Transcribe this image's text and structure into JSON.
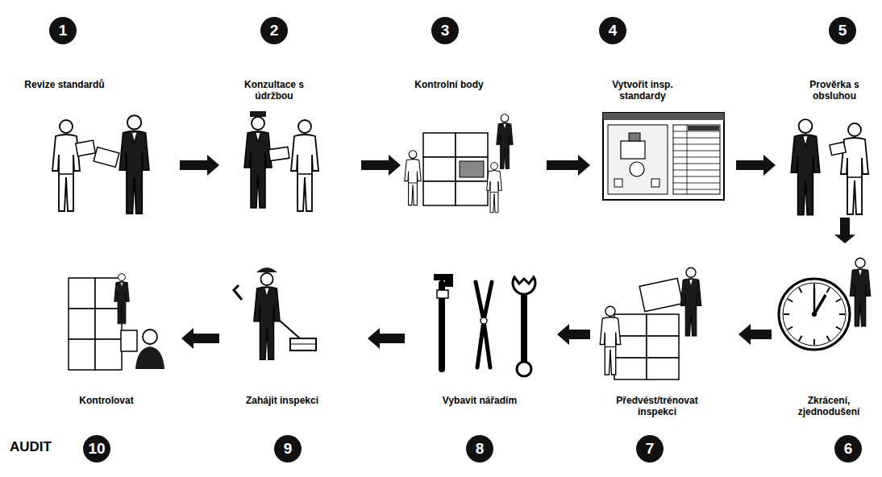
{
  "diagram": {
    "nodes": [
      {
        "text": [
          "1",
          "Revize standardů"
        ]
      },
      {
        "text": [
          "2",
          "Konzultace s údržbou"
        ]
      },
      {
        "text": [
          "3",
          "Kontrolní body"
        ]
      },
      {
        "text": [
          "4",
          "Vytvořit insp. standardy"
        ]
      },
      {
        "text": [
          "5",
          "Prověrka s obsluhou"
        ]
      },
      {
        "text": [
          "6",
          "Zkrácení, zjednodušení"
        ]
      },
      {
        "text": [
          "7",
          "Předvést/trénovat inspekci"
        ]
      },
      {
        "text": [
          "8",
          "Vybavit nářadím"
        ]
      },
      {
        "text": [
          "9",
          "Zahájit inspekci"
        ]
      },
      {
        "text": [
          "10",
          "Kontrolovat"
        ]
      }
    ],
    "edges": [
      {
        "from": 0,
        "to": 1,
        "arrow": "to"
      },
      {
        "from": 1,
        "to": 2,
        "arrow": "to"
      },
      {
        "from": 2,
        "to": 3,
        "arrow": "to"
      },
      {
        "from": 3,
        "to": 4,
        "arrow": "to"
      },
      {
        "from": 4,
        "to": 5,
        "arrow": "to"
      },
      {
        "from": 5,
        "to": 6,
        "arrow": "to"
      },
      {
        "from": 6,
        "to": 7,
        "arrow": "to"
      },
      {
        "from": 7,
        "to": 8,
        "arrow": "to"
      },
      {
        "from": 8,
        "to": 9,
        "arrow": "to"
      }
    ],
    "labels": [
      "AUDIT"
    ]
  }
}
